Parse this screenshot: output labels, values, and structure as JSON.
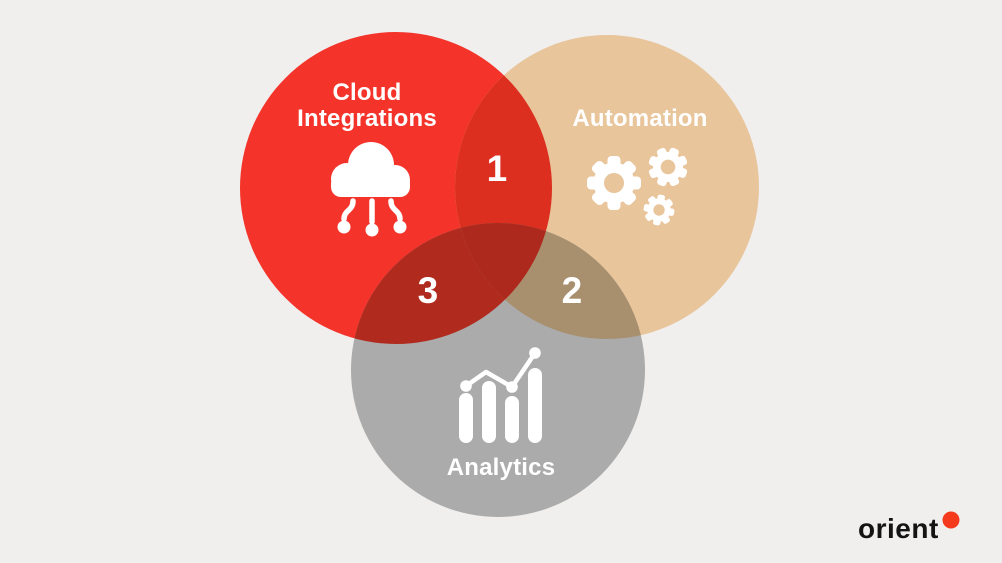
{
  "background_color": "#F0EFEE",
  "venn": {
    "icon_color": "#FFFFFF",
    "text_color": "#FFFFFF",
    "circles": [
      {
        "id": "cloud-integrations",
        "label_line1": "Cloud",
        "label_line2": "Integrations",
        "color": "#F4332A",
        "icon": "cloud-network-icon"
      },
      {
        "id": "automation",
        "label_line1": "Automation",
        "color": "#E8C59B",
        "icon": "gears-icon"
      },
      {
        "id": "analytics",
        "label_line1": "Analytics",
        "color": "#ABABAB",
        "icon": "bar-chart-icon"
      }
    ],
    "overlaps": {
      "cloud_automation": {
        "value": "1",
        "color": "#DC2F20"
      },
      "automation_analytics": {
        "value": "2",
        "color": "#A8906F"
      },
      "cloud_analytics": {
        "value": "3",
        "color": "#B02A1E"
      },
      "triple": {
        "color": "#AE291D"
      }
    }
  },
  "logo": {
    "text": "orient",
    "text_color": "#141414",
    "dot_color": "#F5391D"
  }
}
